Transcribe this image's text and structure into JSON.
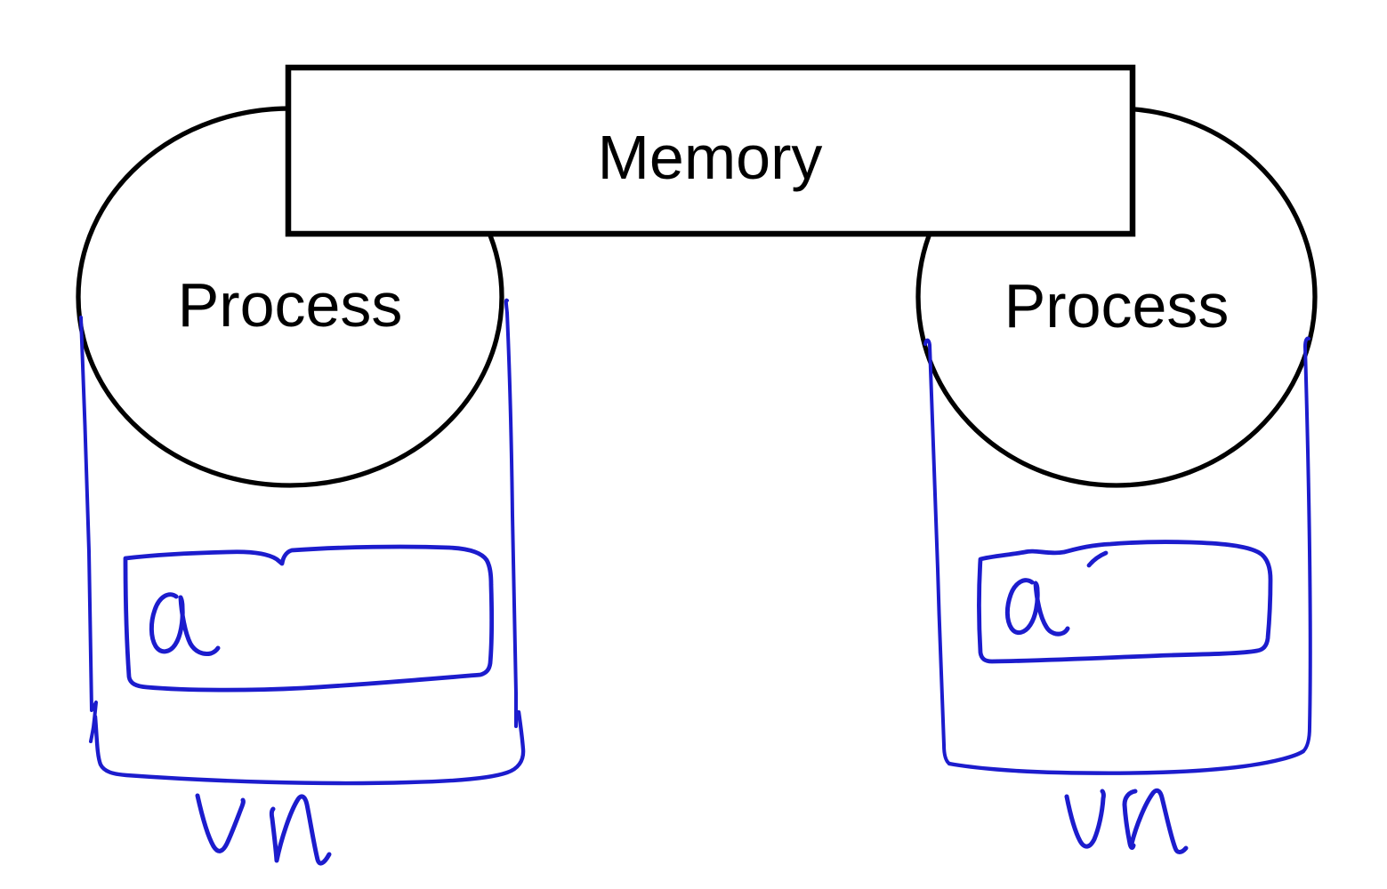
{
  "diagram": {
    "memory": {
      "label": "Memory"
    },
    "processes": [
      {
        "side": "left",
        "label": "Process",
        "page_label": "a",
        "vm_label": "VM"
      },
      {
        "side": "right",
        "label": "Process",
        "page_label": "a",
        "vm_label": "VM"
      }
    ],
    "colors": {
      "ink": "#000000",
      "sketch": "#1c1ccd",
      "background": "#ffffff"
    }
  }
}
